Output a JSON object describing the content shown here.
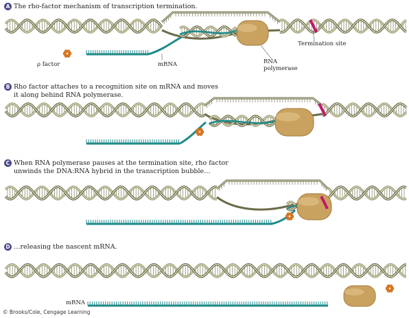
{
  "panels": [
    {
      "letter": "A",
      "title": "The rho-factor mechanism of transcription termination."
    },
    {
      "letter": "B",
      "title_lines": [
        "Rho factor attaches to a recognition site on mRNA and moves",
        "it along behind RNA polymerase."
      ]
    },
    {
      "letter": "C",
      "title_lines": [
        "When RNA polymerase pauses at the termination site, rho factor",
        "unwinds the DNA:RNA hybrid in the transcription bubble…"
      ]
    },
    {
      "letter": "D",
      "title": "…releasing the nascent mRNA."
    }
  ],
  "labels": {
    "rho_factor": "ρ factor",
    "mrna_a": "mRNA",
    "rna_polymerase": "RNA polymerase",
    "rna_polymerase_lines": [
      "RNA",
      "polymerase"
    ],
    "termination_site": "Termination site",
    "mrna_d": "mRNA"
  },
  "credit": "© Brooks/Cole, Cengage Learning",
  "colors": {
    "dna_strand": "#9a9a72",
    "dna_strand_dark": "#6b6b4a",
    "dna_rung": "#8a8a6a",
    "mrna": "#1f8a8a",
    "polymerase": "#c9a25f",
    "termination": "#c2186b",
    "rho": "#e07a1f",
    "badge": "#4a4a8a"
  },
  "icons": {
    "rho": "rho-factor-icon",
    "polymerase": "rna-polymerase-icon",
    "termination": "termination-site-icon"
  }
}
